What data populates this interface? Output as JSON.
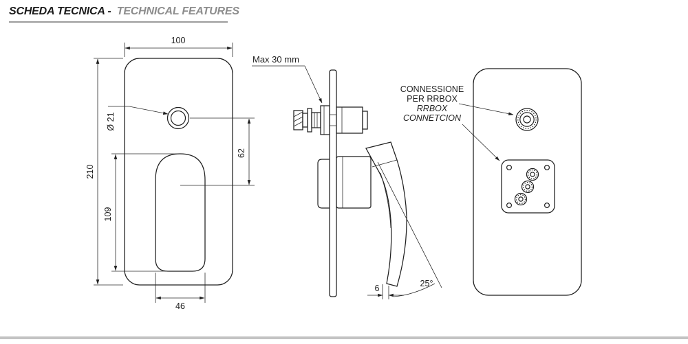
{
  "header": {
    "title": "SCHEDA TECNICA -",
    "subtitle": "TECHNICAL FEATURES"
  },
  "front_view": {
    "width": "100",
    "height": "210",
    "handle_height": "109",
    "hole_diameter": "Ø 21",
    "hole_to_handle_distance": "62",
    "handle_width": "46"
  },
  "side_view": {
    "max_depth": "Max 30 mm",
    "tip_thickness": "6",
    "angle": "25°"
  },
  "rear_view": {
    "connection_note_line1": "CONNESSIONE",
    "connection_note_line2": "PER RRBOX",
    "connection_note_line3": "RRBOX",
    "connection_note_line4": "CONNETCION"
  },
  "colors": {
    "line": "#1f1f1f",
    "subtitle_gray": "#8d8d8d",
    "header_rule_gray": "#9c9c9c",
    "footer_rule_gray": "#c3c3c3"
  }
}
